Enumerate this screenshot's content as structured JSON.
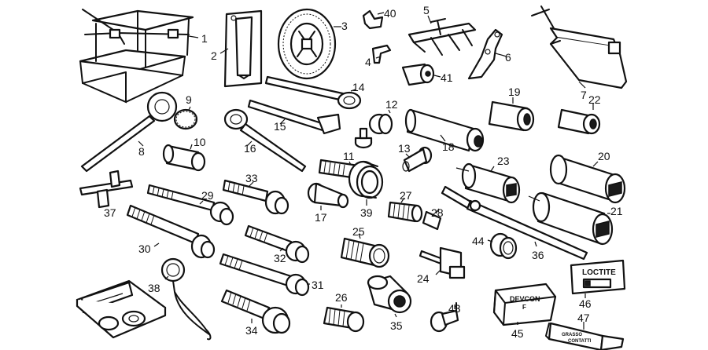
{
  "diagram": {
    "callouts": [
      {
        "id": "1",
        "label": "1"
      },
      {
        "id": "2",
        "label": "2"
      },
      {
        "id": "3",
        "label": "3"
      },
      {
        "id": "4",
        "label": "4"
      },
      {
        "id": "5",
        "label": "5"
      },
      {
        "id": "6",
        "label": "6"
      },
      {
        "id": "7",
        "label": "7"
      },
      {
        "id": "8",
        "label": "8"
      },
      {
        "id": "9",
        "label": "9"
      },
      {
        "id": "10",
        "label": "10"
      },
      {
        "id": "11",
        "label": "11"
      },
      {
        "id": "12",
        "label": "12"
      },
      {
        "id": "13",
        "label": "13"
      },
      {
        "id": "14",
        "label": "14"
      },
      {
        "id": "15",
        "label": "15"
      },
      {
        "id": "16",
        "label": "16"
      },
      {
        "id": "17",
        "label": "17"
      },
      {
        "id": "18",
        "label": "18"
      },
      {
        "id": "19",
        "label": "19"
      },
      {
        "id": "20",
        "label": "20"
      },
      {
        "id": "21",
        "label": "21"
      },
      {
        "id": "22",
        "label": "22"
      },
      {
        "id": "23",
        "label": "23"
      },
      {
        "id": "24",
        "label": "24"
      },
      {
        "id": "25",
        "label": "25"
      },
      {
        "id": "26",
        "label": "26"
      },
      {
        "id": "27",
        "label": "27"
      },
      {
        "id": "28",
        "label": "28"
      },
      {
        "id": "29",
        "label": "29"
      },
      {
        "id": "30",
        "label": "30"
      },
      {
        "id": "31",
        "label": "31"
      },
      {
        "id": "32",
        "label": "32"
      },
      {
        "id": "33",
        "label": "33"
      },
      {
        "id": "34",
        "label": "34"
      },
      {
        "id": "35",
        "label": "35"
      },
      {
        "id": "36",
        "label": "36"
      },
      {
        "id": "37",
        "label": "37"
      },
      {
        "id": "38",
        "label": "38"
      },
      {
        "id": "39",
        "label": "39"
      },
      {
        "id": "40",
        "label": "40"
      },
      {
        "id": "41",
        "label": "41"
      },
      {
        "id": "43",
        "label": "43"
      },
      {
        "id": "44",
        "label": "44"
      },
      {
        "id": "45",
        "label": "45"
      },
      {
        "id": "46",
        "label": "46"
      },
      {
        "id": "47",
        "label": "47"
      }
    ],
    "product_text": {
      "loctite": "LOCTITE",
      "devcon_line1": "DEVCON",
      "devcon_line2": "F",
      "grease_line1": "GRASSO",
      "grease_line2": "CONTATTI"
    }
  }
}
